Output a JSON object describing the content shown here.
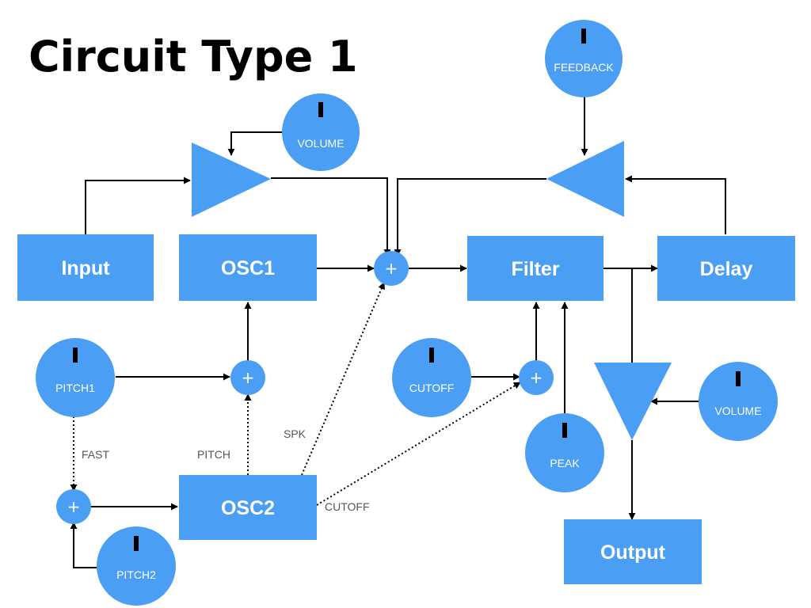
{
  "title": "Circuit Type 1",
  "colors": {
    "block": "#4A9EF4",
    "wire": "#000000",
    "signal_label": "#555555"
  },
  "blocks": {
    "input": "Input",
    "osc1": "OSC1",
    "osc2": "OSC2",
    "filter": "Filter",
    "delay": "Delay",
    "output": "Output"
  },
  "knobs": {
    "volume_top": "VOLUME",
    "feedback": "FEEDBACK",
    "pitch1": "PITCH1",
    "pitch2": "PITCH2",
    "cutoff": "CUTOFF",
    "peak": "PEAK",
    "volume_out": "VOLUME"
  },
  "mixer_symbol": "+",
  "signal_labels": {
    "fast": "FAST",
    "pitch": "PITCH",
    "spk": "SPK",
    "cutoff": "CUTOFF"
  }
}
